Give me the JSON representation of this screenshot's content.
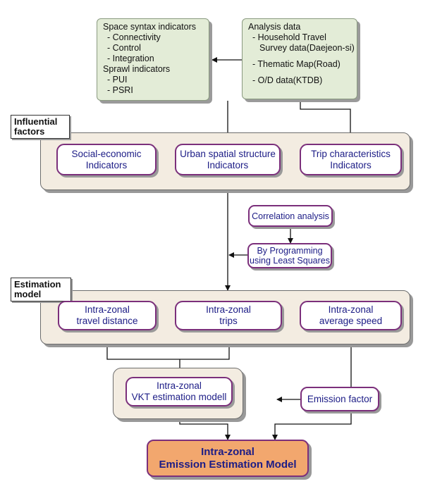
{
  "space_box": {
    "space_title": "Space syntax indicators",
    "space_items": [
      "- Connectivity",
      "- Control",
      "- Integration"
    ],
    "sprawl_title": "Sprawl indicators",
    "sprawl_items": [
      "- PUI",
      "- PSRI"
    ]
  },
  "analysis_box": {
    "title": "Analysis data",
    "line1": "- Household Travel",
    "line2": "Survey data(Daejeon-si)",
    "line3": "- Thematic Map(Road)",
    "line4": "- O/D data(KTDB)"
  },
  "influential": {
    "label_line1": "Influential",
    "label_line2": "factors",
    "nodes": [
      {
        "line1": "Social-economic",
        "line2": "Indicators"
      },
      {
        "line1": "Urban spatial structure",
        "line2": "Indicators"
      },
      {
        "line1": "Trip characteristics",
        "line2": "Indicators"
      }
    ]
  },
  "analysis_steps": {
    "correlation": "Correlation analysis",
    "programming_line1": "By Programming",
    "programming_line2": "using Least Squares"
  },
  "estimation": {
    "label_line1": "Estimation",
    "label_line2": "model",
    "nodes": [
      {
        "line1": "Intra-zonal",
        "line2": "travel distance"
      },
      {
        "line1": "Intra-zonal",
        "line2": "trips"
      },
      {
        "line1": "Intra-zonal",
        "line2": "average speed"
      }
    ]
  },
  "vkt": {
    "line1": "Intra-zonal",
    "line2": "VKT estimation modell"
  },
  "emission_factor": "Emission factor",
  "final": {
    "line1": "Intra-zonal",
    "line2": "Emission Estimation Model"
  }
}
